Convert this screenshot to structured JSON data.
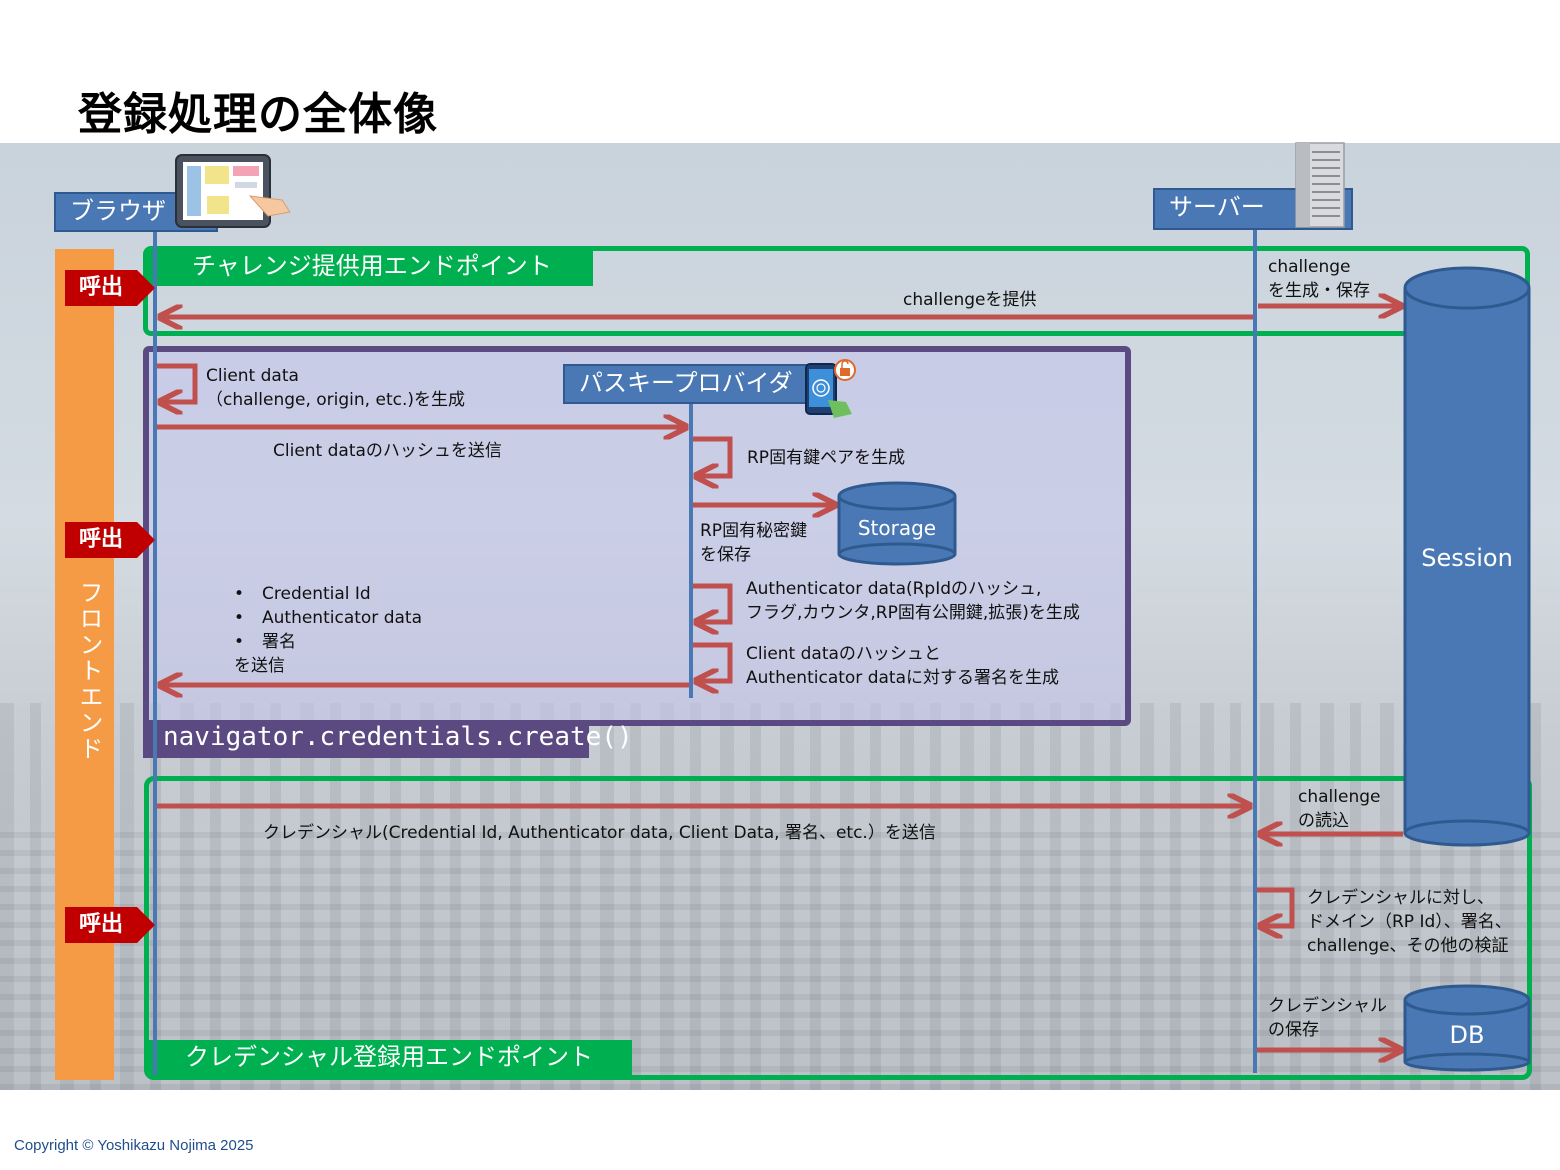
{
  "title": "登録処理の全体像",
  "footer": "Copyright © Yoshikazu Nojima 2025",
  "lanes": {
    "browser": "ブラウザ",
    "server": "サーバー",
    "passkey_provider": "パスキープロバイダ",
    "frontend": "フロントエンド"
  },
  "calls": [
    "呼出",
    "呼出",
    "呼出"
  ],
  "endpoints": {
    "challenge": "チャレンジ提供用エンドポイント",
    "credential": "クレデンシャル登録用エンドポイント"
  },
  "api_label": "navigator.credentials.create()",
  "stores": {
    "session": "Session",
    "storage": "Storage",
    "db": "DB"
  },
  "messages": {
    "challenge_gen": [
      "challenge",
      "を生成・保存"
    ],
    "challenge_provide": "challengeを提供",
    "client_data": [
      "Client data",
      "（challenge, origin, etc.)を生成"
    ],
    "send_hash": "Client dataのハッシュを送信",
    "rp_keypair": "RP固有鍵ペアを生成",
    "rp_secret": [
      "RP固有秘密鍵",
      "を保存"
    ],
    "auth_data": [
      "Authenticator data(RpIdのハッシュ,",
      "フラグ,カウンタ,RP固有公開鍵,拡張)を生成"
    ],
    "signature": [
      "Client dataのハッシュと",
      "Authenticator dataに対する署名を生成"
    ],
    "returned_items": [
      "Credential Id",
      "Authenticator data",
      "署名"
    ],
    "returned_suffix": "を送信",
    "send_credential": "クレデンシャル(Credential Id, Authenticator data, Client Data, 署名、etc.）を送信",
    "challenge_read": [
      "challenge",
      "の読込"
    ],
    "verify": [
      "クレデンシャルに対し、",
      "ドメイン（RP Id）、署名、",
      "challenge、その他の検証"
    ],
    "save_credential": [
      "クレデンシャル",
      "の保存"
    ]
  },
  "colors": {
    "lifeline": "#4a78b4",
    "arrow": "#c0504d",
    "endpoint_frame": "#00b050",
    "api_frame": "#5b4a82",
    "call": "#c00000",
    "frontend_bar": "#f59a45"
  },
  "icons": [
    "tablet-touch-icon",
    "server-rack-icon",
    "phone-fingerprint-icon"
  ]
}
